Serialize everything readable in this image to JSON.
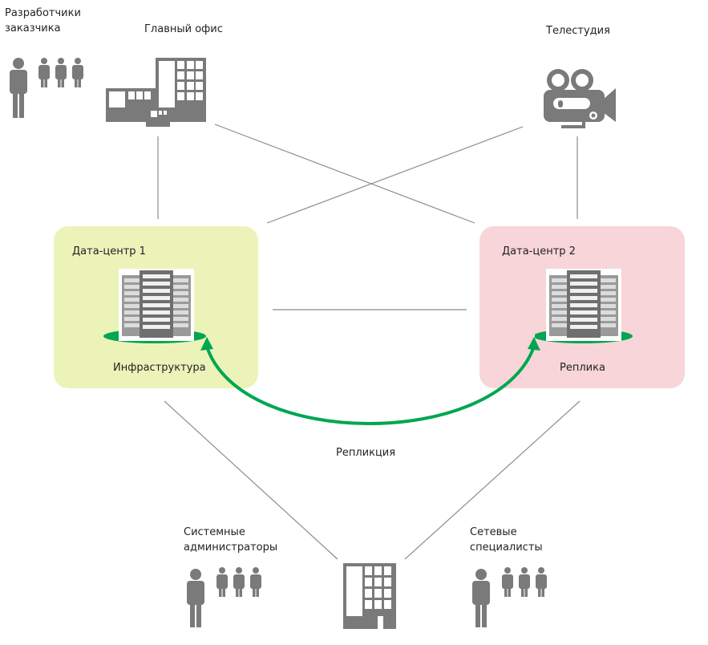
{
  "nodes": {
    "customer_devs": {
      "label_line1": "Разработчики",
      "label_line2": "заказчика"
    },
    "main_office": {
      "label": "Главный офис"
    },
    "tv_studio": {
      "label": "Телестудия"
    },
    "dc1": {
      "title": "Дата-центр 1",
      "caption": "Инфраструктура",
      "color": "#ecf3b9"
    },
    "dc2": {
      "title": "Дата-центр 2",
      "caption": "Реплика",
      "color": "#f7d5d8"
    },
    "sysadmins": {
      "label_line1": "Системные",
      "label_line2": "администраторы"
    },
    "network": {
      "label_line1": "Сетевые",
      "label_line2": "специалисты"
    }
  },
  "replication": {
    "label": "Репликция",
    "color": "#00a651"
  },
  "colors": {
    "icon": "#7a7a7a",
    "line": "#8c8c8c"
  }
}
